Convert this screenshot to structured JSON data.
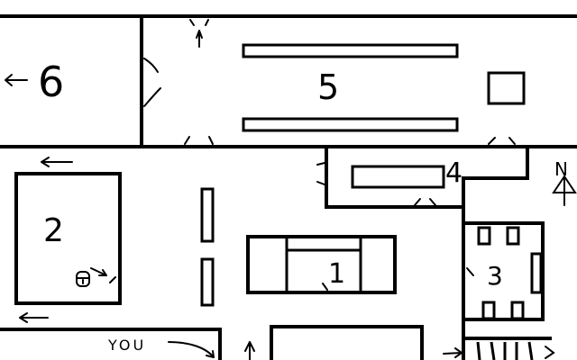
{
  "map": {
    "rooms": [
      {
        "id": "room-6",
        "label": "6"
      },
      {
        "id": "room-5",
        "label": "5"
      },
      {
        "id": "room-4",
        "label": "4"
      },
      {
        "id": "room-2",
        "label": "2"
      },
      {
        "id": "room-1",
        "label": "1"
      },
      {
        "id": "room-3",
        "label": "3"
      }
    ],
    "compass_label": "N",
    "you_label": "YOU",
    "colors": {
      "ink": "#000000",
      "background": "#ffffff"
    }
  }
}
